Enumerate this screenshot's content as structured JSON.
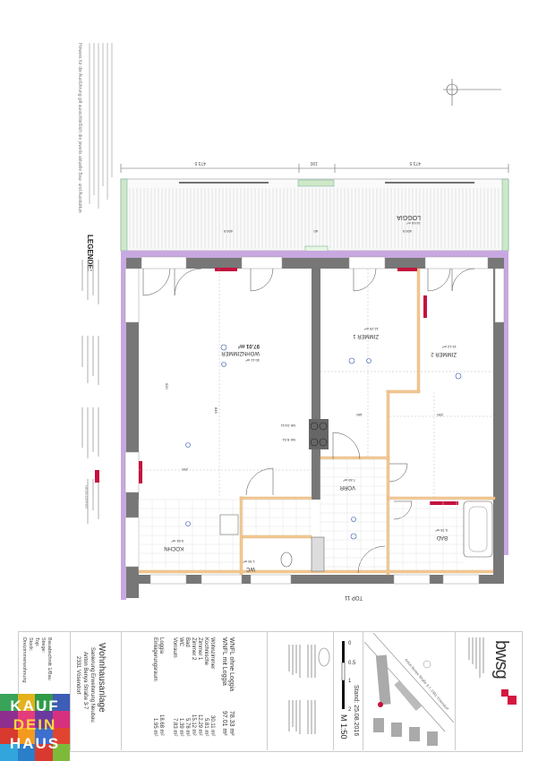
{
  "notes_header": "Hinweis für die Ausführung gilt ausschließlich die jeweils aktuelle Bau- und Ausstattungsbeschreibung",
  "legend": {
    "title": "LEGENDE:",
    "radiator_label": "HEIZKÖRPER"
  },
  "plan": {
    "rooms": [
      {
        "name": "WOHNZIMMER",
        "area": "30.11 m²"
      },
      {
        "name": "ZIMMER 1",
        "area": "12.29 m²"
      },
      {
        "name": "ZIMMER 2",
        "area": "15.12 m²"
      },
      {
        "name": "VORR",
        "area": "7.83 m²"
      },
      {
        "name": "KOCHN",
        "area": "5.81 m²"
      },
      {
        "name": "WC",
        "area": "1.39 m²"
      },
      {
        "name": "BAD",
        "area": "5.78 m²"
      },
      {
        "name": "LOGGIA",
        "area": "18.68 m²"
      }
    ],
    "total_label": "97.01 m²",
    "top_label": "TOP 11",
    "dimensions": [
      "473.5",
      "100",
      "473.5",
      "400.5",
      "60",
      "400.5",
      "845",
      "620",
      "290",
      "180",
      "290"
    ],
    "shaft_labels": [
      "NK 01/11",
      "NK E/11"
    ]
  },
  "title_block": {
    "project": {
      "bauabschnitt": "Bauabschnitt 1/Bau",
      "stiege": "Stiege:",
      "top": "Top:",
      "stock": "Stock:",
      "type": "Dreizimmerwohnung"
    },
    "address": {
      "title": "Wohnhausanlage",
      "subtitle": "Sanierung Erweiterung Neubau",
      "street": "Anton Benya Straße 3-7",
      "city": "2331 Vösendorf"
    },
    "areas": {
      "summary": [
        {
          "label": "WNFL ohne Loggia",
          "value": "78.33 m²"
        },
        {
          "label": "WNFL mit Loggia",
          "value": "97.01 m²"
        }
      ],
      "rooms": [
        {
          "label": "Wohnzimmer",
          "value": "30.11 m²"
        },
        {
          "label": "Kochnische",
          "value": "5.81 m²"
        },
        {
          "label": "Zimmer 1",
          "value": "12.29 m²"
        },
        {
          "label": "Zimmer 2",
          "value": "15.12 m²"
        },
        {
          "label": "Bad",
          "value": "5.78 m²"
        },
        {
          "label": "WC",
          "value": "1.39 m²"
        },
        {
          "label": "Vorraum",
          "value": "7.83 m²"
        }
      ],
      "extra": [
        {
          "label": "Loggia",
          "value": "18.68 m²"
        },
        {
          "label": "Einlagerungsraum",
          "value": "1.95 m²"
        }
      ]
    },
    "scale": {
      "ticks": [
        "0",
        "0.5",
        "1",
        "2"
      ],
      "label": "M 1:50"
    },
    "date": "Stand: 25.08.2016",
    "site_street": "Anton Benya Straße 3-7, 2331 Vösendorf",
    "brand": "bwsg",
    "brand_color": "#d4173f"
  },
  "watermark": {
    "lines": [
      "KAUF",
      "DEIN",
      "HAUS"
    ]
  }
}
